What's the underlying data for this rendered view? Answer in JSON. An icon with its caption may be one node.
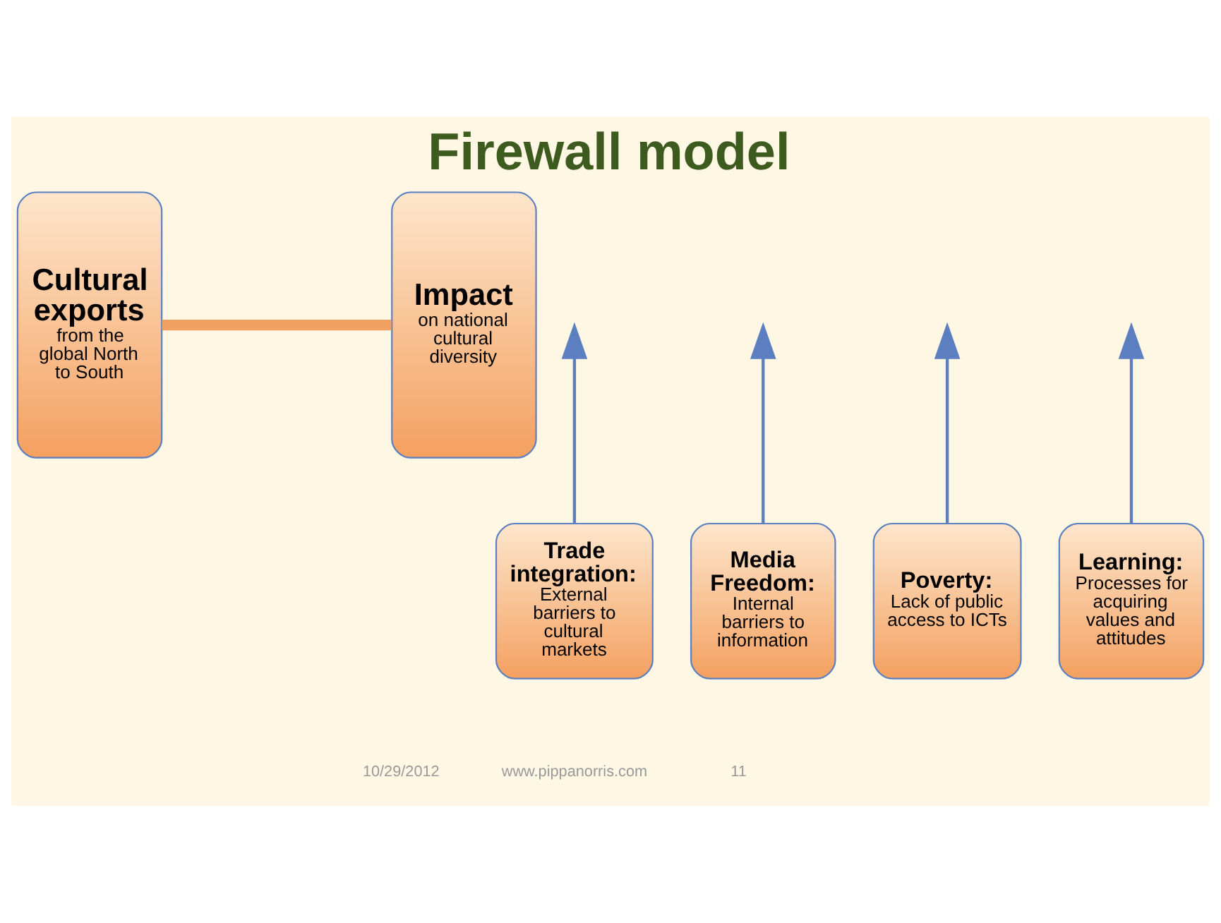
{
  "diagram": {
    "title": "Firewall model",
    "nodes": [
      {
        "text": [
          "Cultural exports",
          "from the global North to South"
        ]
      },
      {
        "text": [
          "Impact",
          "on national cultural diversity"
        ]
      },
      {
        "text": [
          "Trade integration:",
          "External barriers to cultural markets"
        ]
      },
      {
        "text": [
          "Media Freedom:",
          "Internal barriers to information"
        ]
      },
      {
        "text": [
          "Poverty:",
          "Lack of public access to ICTs"
        ]
      },
      {
        "text": [
          "Learning:",
          "Processes for acquiring values and attitudes"
        ]
      }
    ],
    "edges": [
      {
        "from": 0,
        "to": 1,
        "arrow": "none",
        "style": "thick",
        "color": "#f0a060"
      },
      {
        "from": 2,
        "to": null,
        "arrow": "to"
      },
      {
        "from": 3,
        "to": null,
        "arrow": "to"
      },
      {
        "from": 4,
        "to": null,
        "arrow": "to"
      },
      {
        "from": 5,
        "to": null,
        "arrow": "to"
      }
    ],
    "labels": [
      "10/29/2012",
      "www.pippanorris.com",
      "11"
    ]
  }
}
